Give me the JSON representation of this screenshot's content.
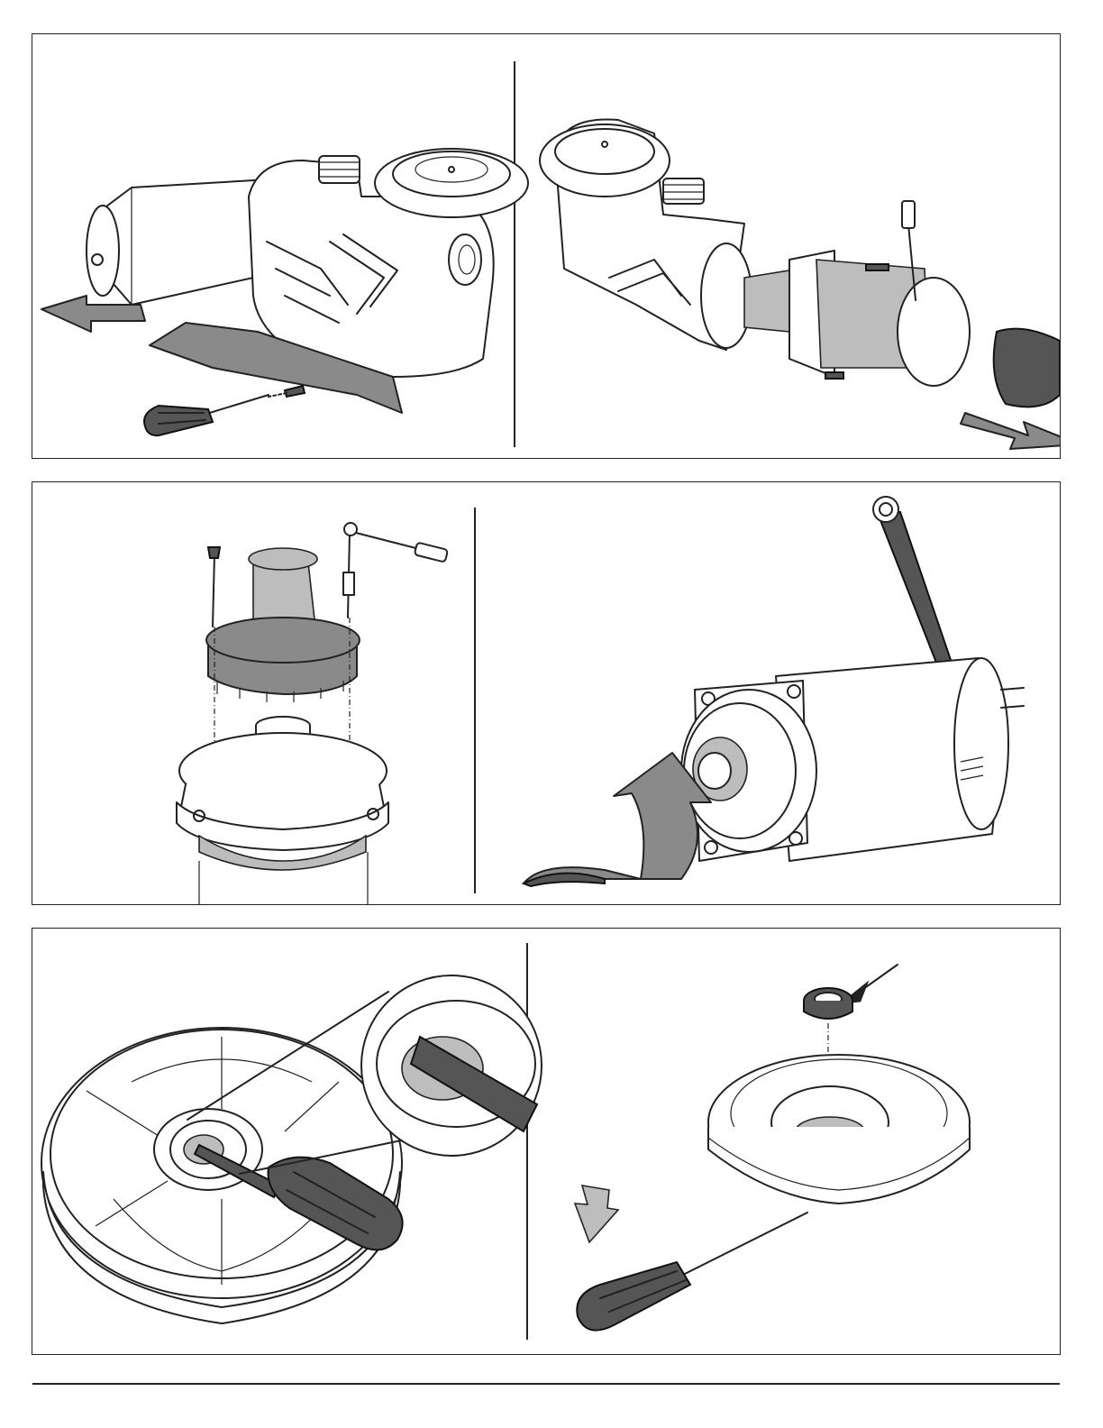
{
  "page": {
    "title": "",
    "footer_text": ""
  },
  "panels": [
    {
      "id": "panel-1",
      "left": {
        "step": "remove-base-screw"
      },
      "right": {
        "step": "remove-motor-bolts"
      }
    },
    {
      "id": "panel-2",
      "left": {
        "step": "remove-diffuser-screws"
      },
      "right": {
        "step": "unscrew-impeller"
      }
    },
    {
      "id": "panel-3",
      "left": {
        "step": "pry-seal-out-of-seal-plate"
      },
      "right": {
        "step": "press-in-new-seal"
      }
    }
  ],
  "colors": {
    "line": "#222222",
    "arrow_fill": "#8a8a8a",
    "part_fill": "#ffffff",
    "shade": "#bdbdbd"
  }
}
